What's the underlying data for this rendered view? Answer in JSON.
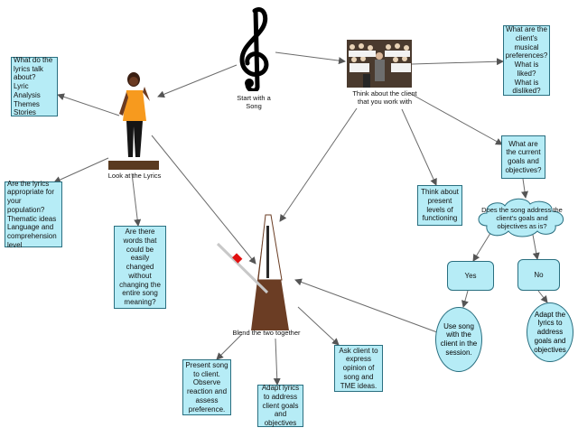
{
  "center": {
    "song_label": "Start with a Song",
    "client_label": "Think about the client that you work with",
    "lyrics_label": "Look at the Lyrics",
    "blend_label": "Blend the two together"
  },
  "boxes": {
    "lyrics_talk": "What do the lyrics talk about?\nLyric Analysis\nThemes\nStories",
    "appropriate": "Are the lyrics appropriate for your population?\nThematic ideas\nLanguage and comprehension level",
    "words_changed": "Are there words that could be easily changed without changing the entire song meaning?",
    "musical_pref": "What are the client's musical preferences?\nWhat is liked?\nWhat is disliked?",
    "goals": "What are the current goals and objectives?",
    "functioning": "Think about present levels of functioning",
    "does_song": "Does the song address the client's goals and objectives as is?",
    "yes": "Yes",
    "no": "No",
    "use_song": "Use song with the client in the session.",
    "adapt_song": "Adapt the lyrics to address goals and objectives",
    "present_song": "Present song to client. Observe reaction and assess preference.",
    "adapt_lyrics": "Adapt lyrics to address client goals and objectives",
    "ask_client": "Ask client to express opinion of song and TME ideas."
  }
}
